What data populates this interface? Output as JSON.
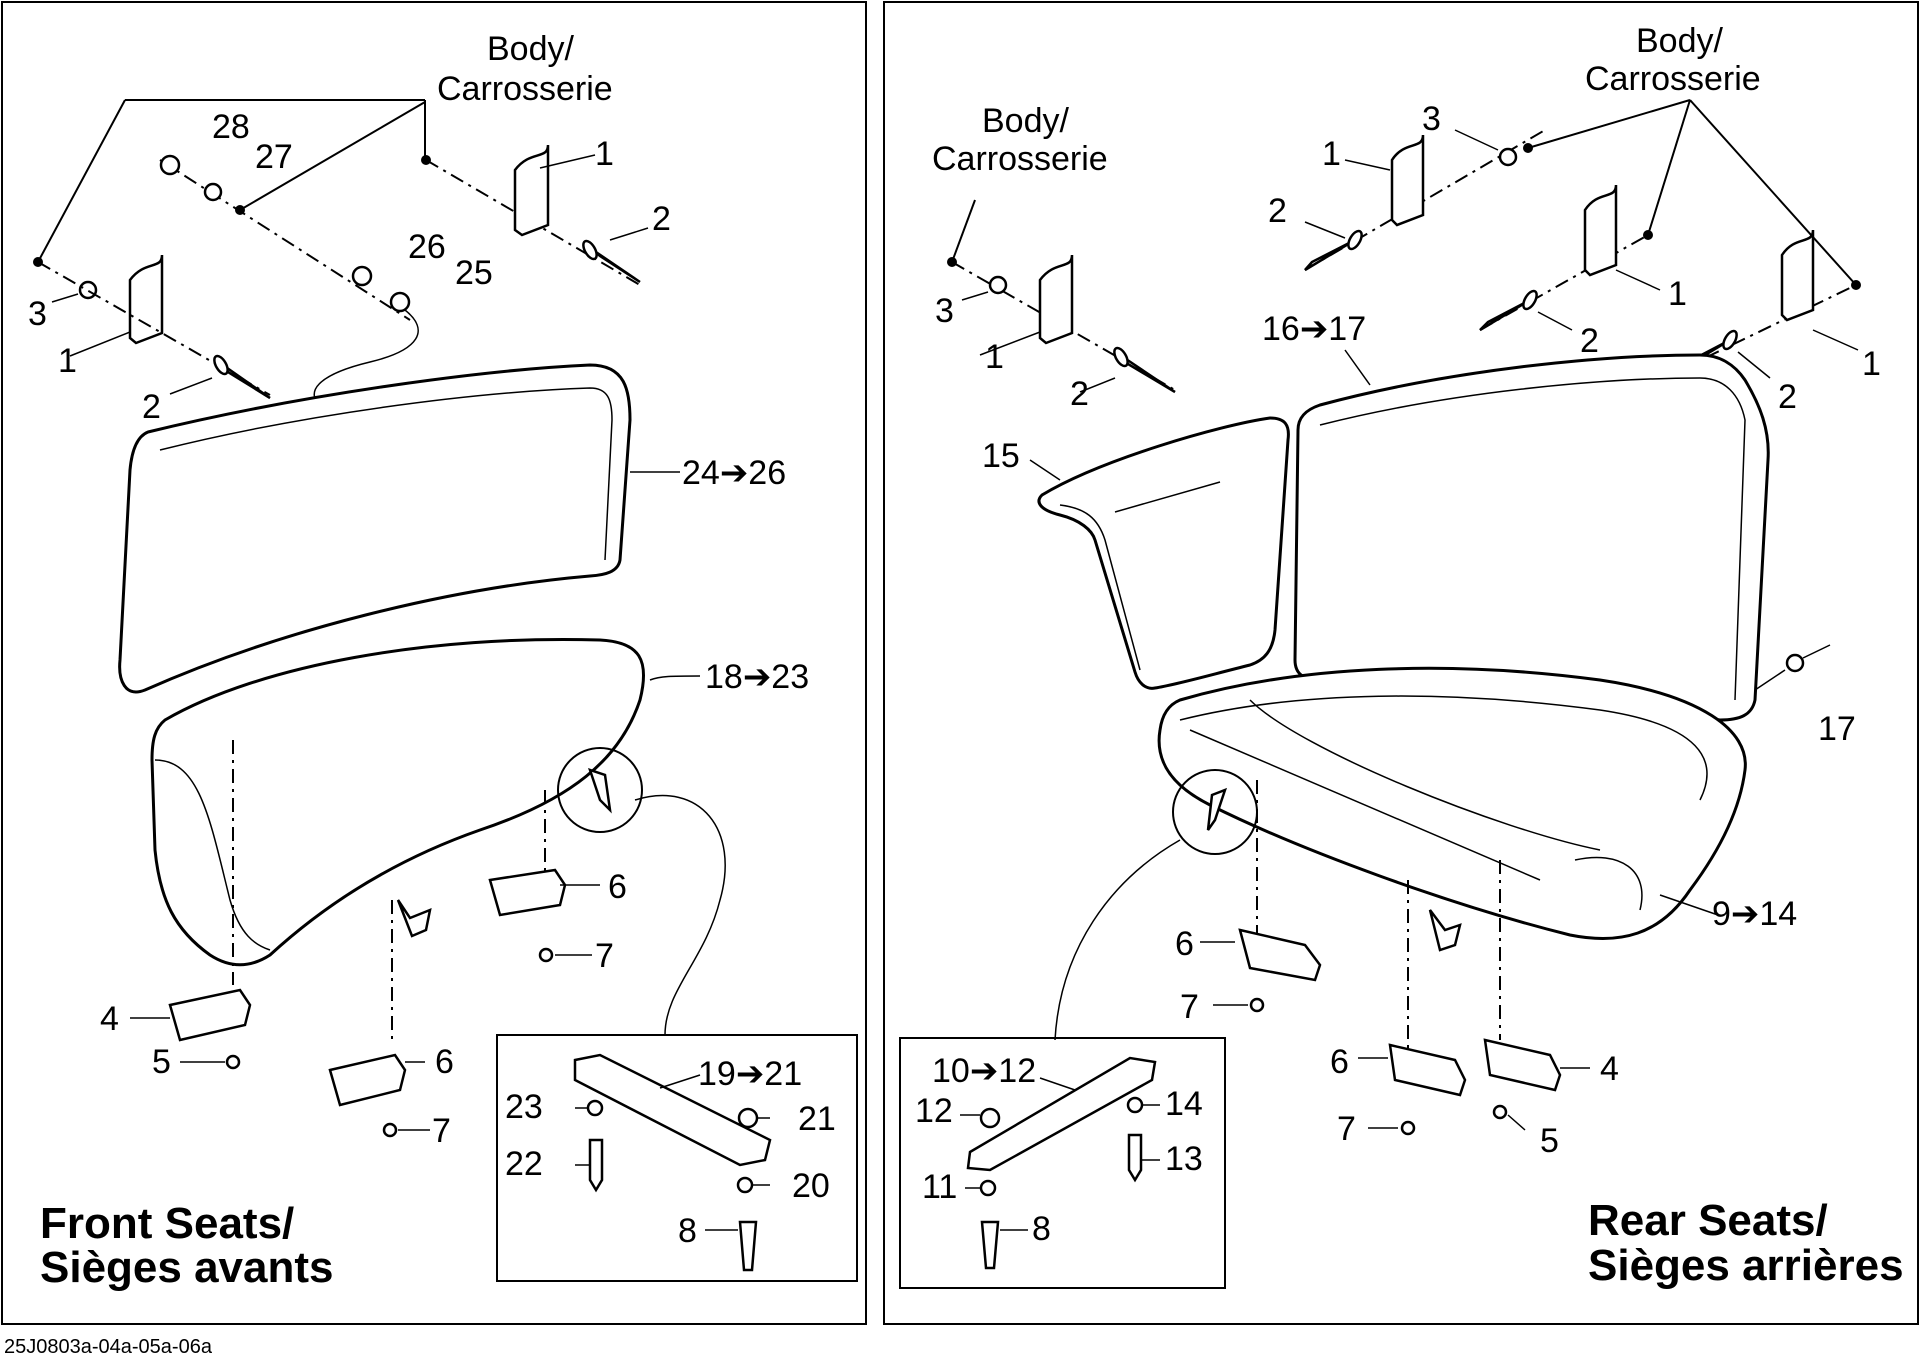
{
  "front": {
    "title_line1": "Front Seats/",
    "title_line2": "Sièges avants",
    "body_label_line1": "Body/",
    "body_label_line2": "Carrosserie",
    "callouts": {
      "c28": "28",
      "c27": "27",
      "c1": "1",
      "c2": "2",
      "c26": "26",
      "c25": "25",
      "c3": "3",
      "c1b": "1",
      "c2b": "2",
      "c24_26": "24➔26",
      "c18_23": "18➔23",
      "c6a": "6",
      "c7a": "7",
      "c4": "4",
      "c5": "5",
      "c6b": "6",
      "c7b": "7",
      "c19_21": "19➔21",
      "c23": "23",
      "c21": "21",
      "c22": "22",
      "c20": "20",
      "c8": "8"
    }
  },
  "rear": {
    "title_line1": "Rear Seats/",
    "title_line2": "Sièges arrières",
    "body_label_a_line1": "Body/",
    "body_label_a_line2": "Carrosserie",
    "body_label_b_line1": "Body/",
    "body_label_b_line2": "Carrosserie",
    "callouts": {
      "c3a": "3",
      "c1a": "1",
      "c2a": "2",
      "c3b": "3",
      "c1b": "1",
      "c2b": "2",
      "c16_17": "16➔17",
      "c1c": "1",
      "c2c": "2",
      "c1d": "1",
      "c2d": "2",
      "c15": "15",
      "c17": "17",
      "c9_14": "9➔14",
      "c6a": "6",
      "c7a": "7",
      "c6b": "6",
      "c7b": "7",
      "c4": "4",
      "c5": "5",
      "c10_12": "10➔12",
      "c12": "12",
      "c14": "14",
      "c13": "13",
      "c11": "11",
      "c8": "8"
    }
  },
  "drawing_ref": "25J0803a-04a-05a-06a"
}
